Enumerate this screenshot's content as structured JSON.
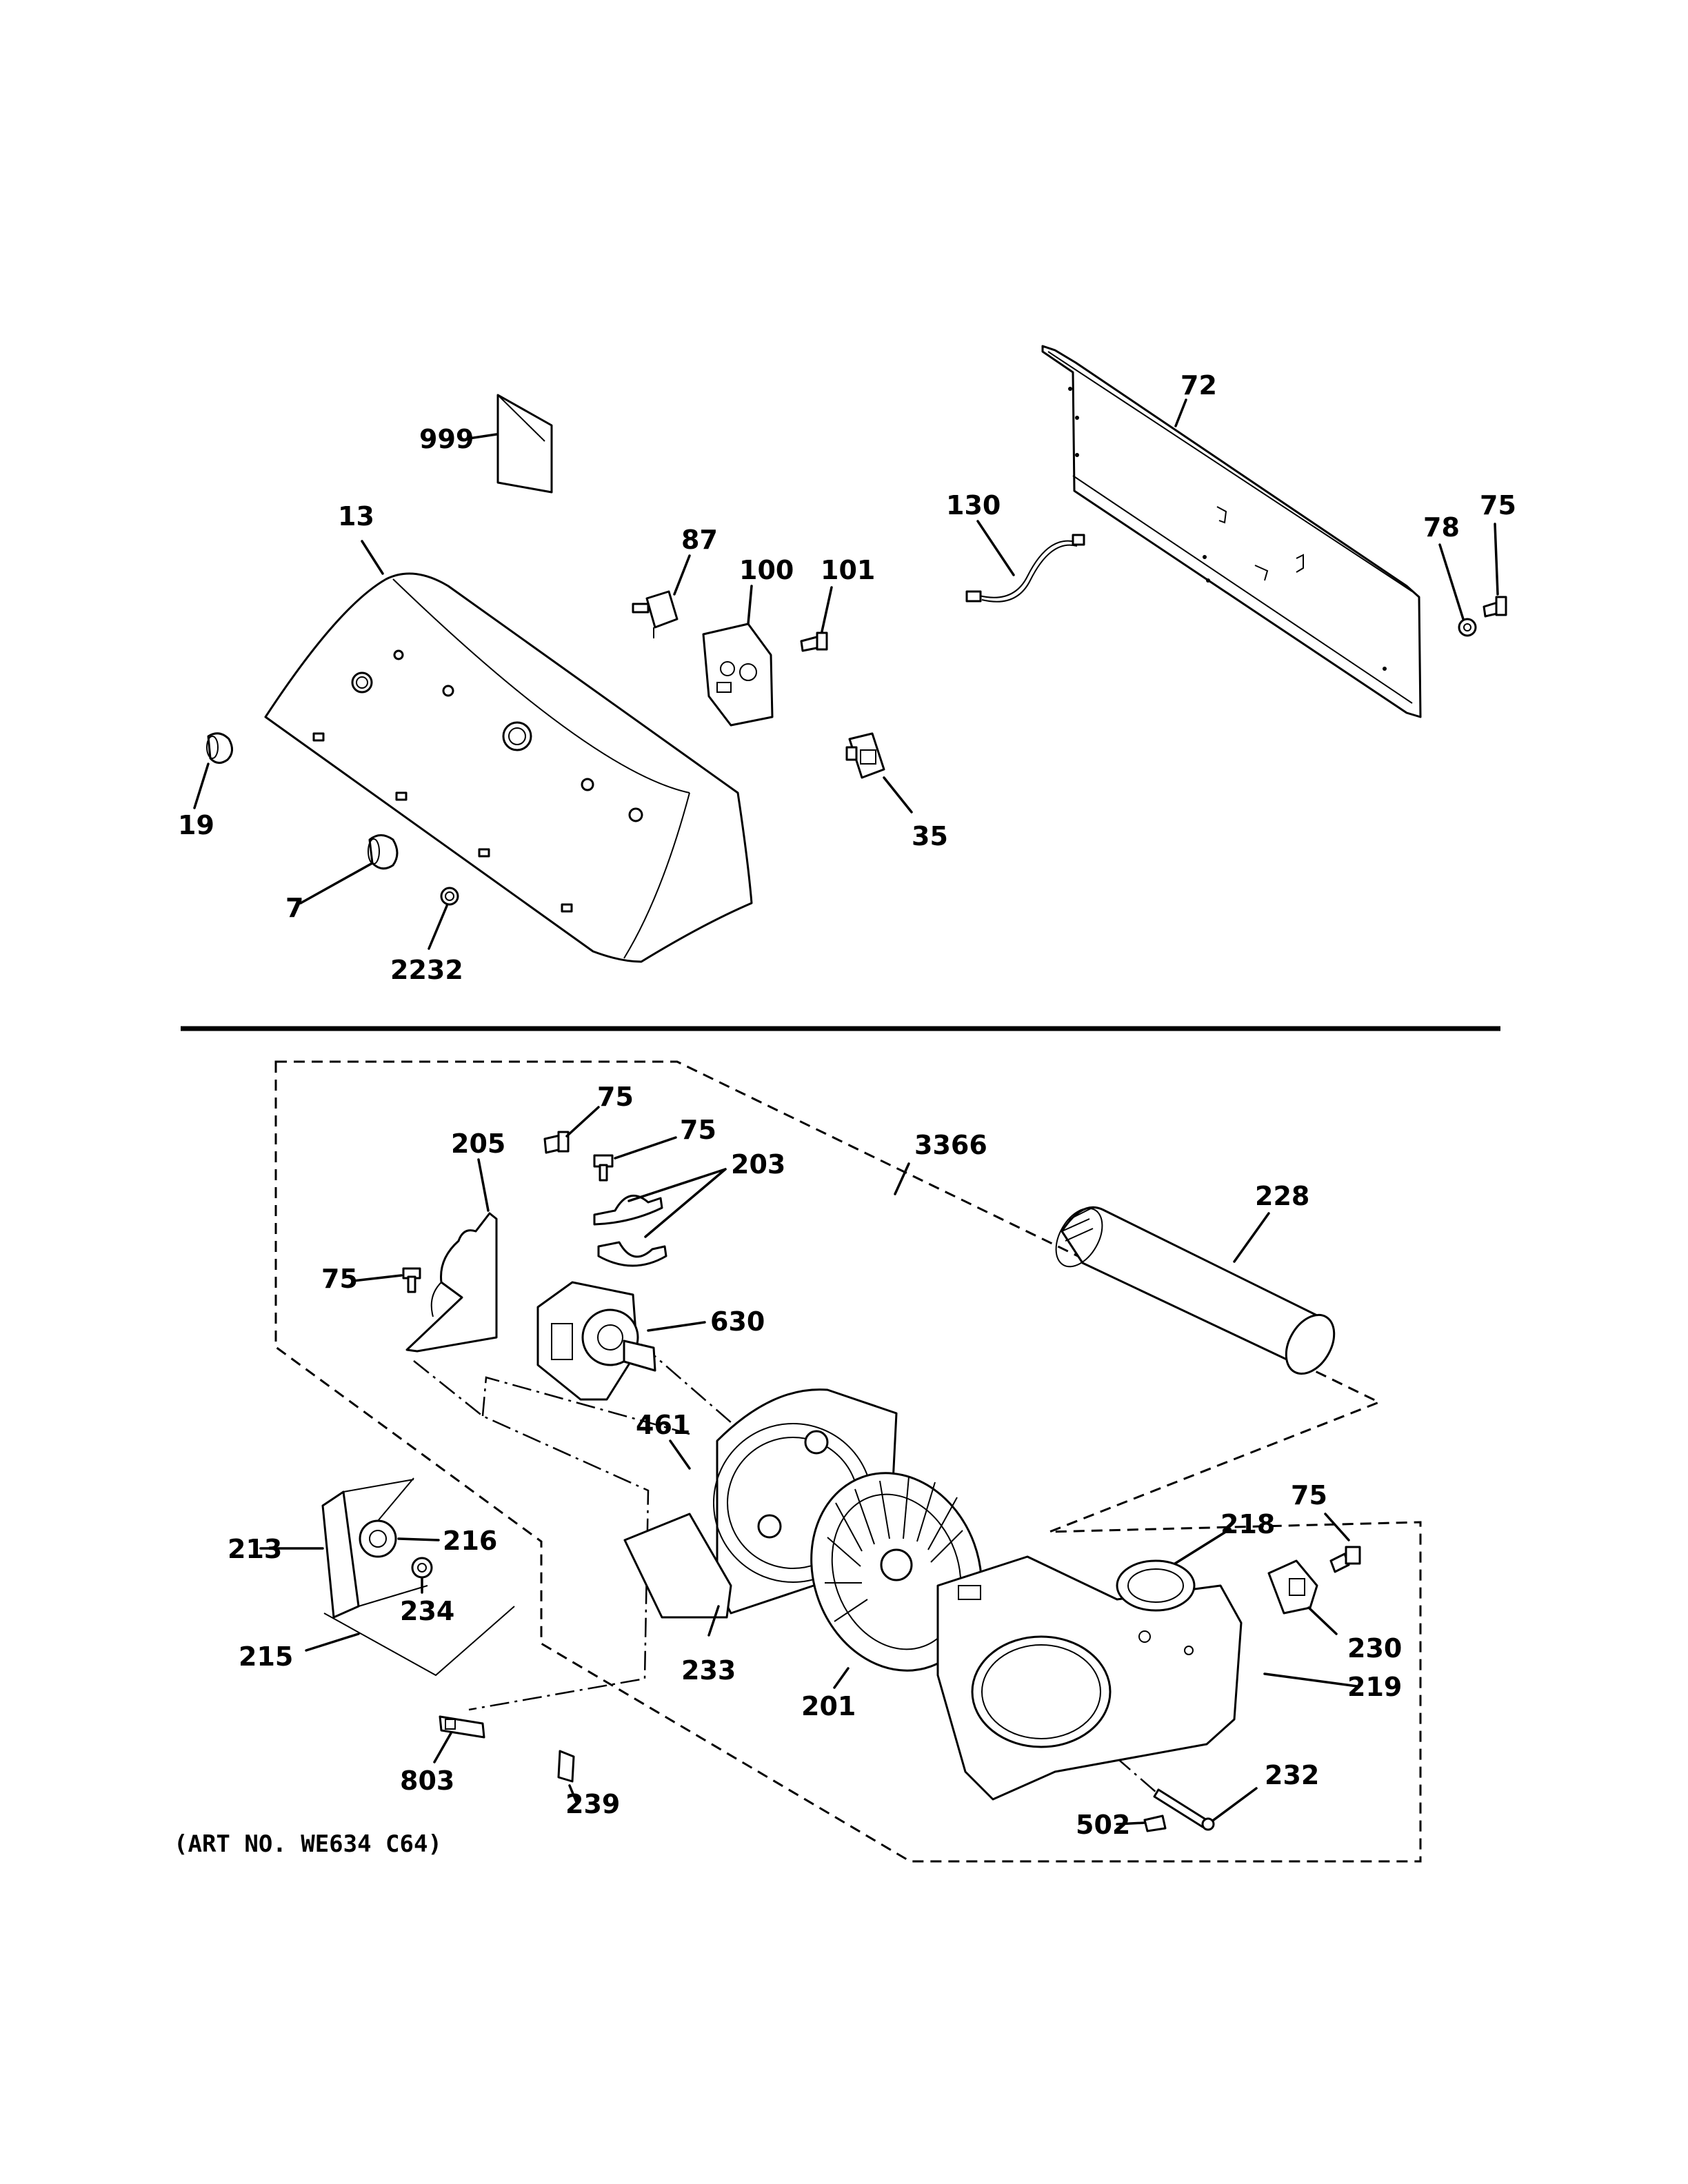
{
  "diagram": {
    "art_number": "(ART NO. WE634 C64)",
    "top_section": {
      "labels": {
        "p999": "999",
        "p13": "13",
        "p87": "87",
        "p100": "100",
        "p101": "101",
        "p72": "72",
        "p130": "130",
        "p78": "78",
        "p75_top": "75",
        "p19": "19",
        "p7": "7",
        "p2232": "2232",
        "p35": "35"
      }
    },
    "bottom_section": {
      "labels": {
        "p75_a": "75",
        "p75_b": "75",
        "p205": "205",
        "p203": "203",
        "p3366": "3366",
        "p228": "228",
        "p75_c": "75",
        "p630": "630",
        "p461": "461",
        "p213": "213",
        "p216": "216",
        "p234": "234",
        "p215": "215",
        "p233": "233",
        "p201": "201",
        "p218": "218",
        "p75_d": "75",
        "p230": "230",
        "p219": "219",
        "p232": "232",
        "p502": "502",
        "p803": "803",
        "p239": "239"
      }
    }
  }
}
